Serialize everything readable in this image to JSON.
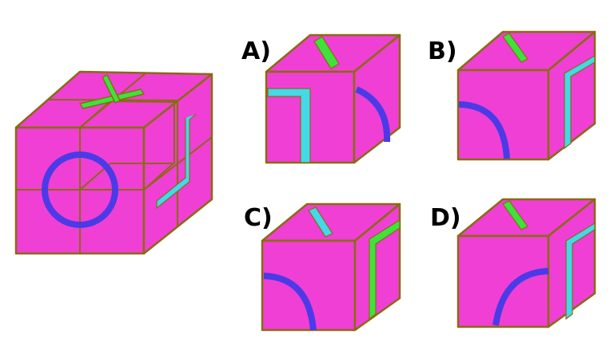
{
  "colors": {
    "face": "#f03fd4",
    "edge": "#8a6a12",
    "arc": "#4a3be6",
    "bar": "#3fe23a",
    "bracket": "#44d8e8",
    "background": "#ffffff"
  },
  "options": {
    "a": {
      "label": "A)"
    },
    "b": {
      "label": "B)"
    },
    "c": {
      "label": "C)"
    },
    "d": {
      "label": "D)"
    }
  }
}
